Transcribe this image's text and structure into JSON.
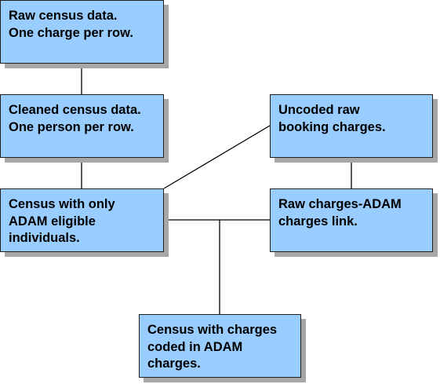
{
  "nodes": {
    "raw_census": {
      "lines": [
        "Raw census data.",
        "One charge per row."
      ]
    },
    "cleaned_census": {
      "lines": [
        "Cleaned census data.",
        "One person per row."
      ]
    },
    "eligible_census": {
      "lines": [
        "Census with only",
        "ADAM eligible",
        "individuals."
      ]
    },
    "uncoded_charges": {
      "lines": [
        "Uncoded raw",
        "booking charges."
      ]
    },
    "charges_link": {
      "lines": [
        "Raw charges-ADAM",
        "charges link."
      ]
    },
    "coded_census": {
      "lines": [
        "Census with charges",
        "coded in ADAM",
        "charges."
      ]
    }
  },
  "colors": {
    "node_fill": "#99ccff",
    "node_border": "#1f1f1f",
    "node_shadow": "#a6a6a6",
    "connector": "#000000"
  }
}
